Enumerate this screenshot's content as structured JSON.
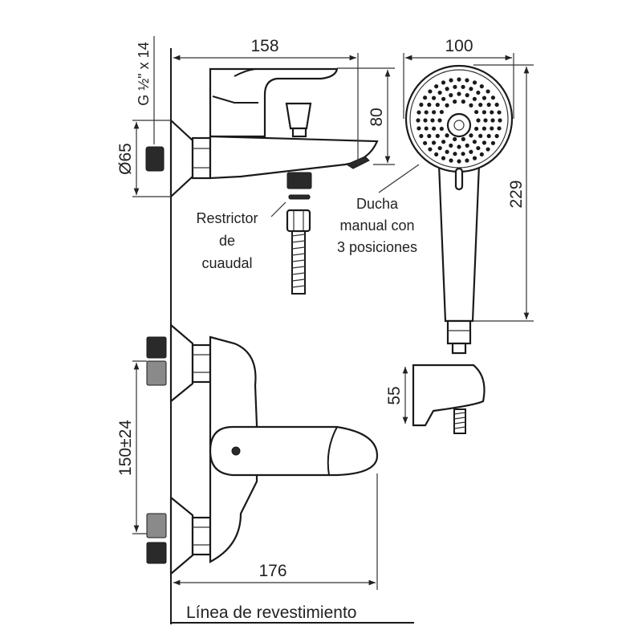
{
  "dimensions": {
    "spout_length": "158",
    "mixer_height": "80",
    "thread": "G ½\" x 14",
    "flange_diameter": "Ø65",
    "shower_head_diameter": "100",
    "shower_length": "229",
    "holder_height": "55",
    "inlet_spacing": "150±24",
    "lever_depth": "176"
  },
  "labels": {
    "restrictor": [
      "Restrictor",
      "de",
      "cuaudal"
    ],
    "hand_shower": [
      "Ducha",
      "manual con",
      "3 posiciones"
    ],
    "wall_line": "Línea de revestimiento"
  },
  "colors": {
    "line": "#1a1a1a",
    "background": "#ffffff"
  }
}
